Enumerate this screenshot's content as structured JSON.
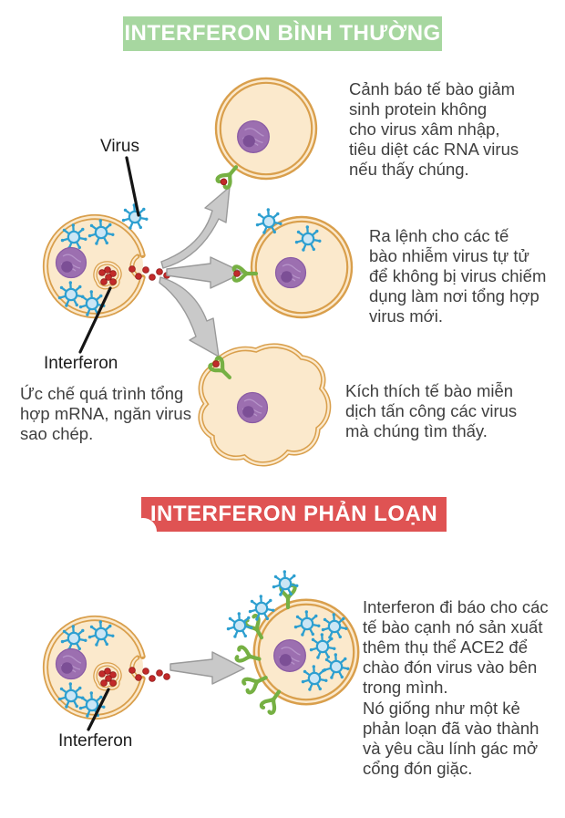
{
  "colors": {
    "banner-green": "#A7D7A0",
    "banner-red": "#DF5353",
    "text": "#3F3F3F",
    "label-text": "#1C1C1C",
    "membrane": "#D99F4C",
    "cytoplasm": "#FBE9CC",
    "nucleus": "#9C6FB0",
    "nucleus-dark": "#7C4F96",
    "virus-blue": "#2D9FD0",
    "virus-body": "#CBE6F5",
    "interferon-red": "#C22A2A",
    "receptor-green": "#76B043",
    "arrow-gray": "#C9C9C9",
    "arrow-border": "#9A9A9A"
  },
  "glyph_legend": {
    "virus-icon": "spiked blue virion",
    "interferon-dot-icon": "red interferon particle",
    "receptor-icon": "green Y-shaped receptor (ACE2 / interferon receptor)",
    "arrow-icon": "gray signal arrow",
    "cell": "round cell with purple nucleus"
  },
  "section_normal": {
    "banner": "INTERFERON BÌNH THƯỜNG",
    "virus_label": "Virus",
    "interferon_label": "Interferon",
    "left_note": "Ức chế quá trình tổng\nhợp mRNA, ngăn virus\nsao chép.",
    "effects": [
      {
        "text": "Cảnh báo tế bào giảm\nsinh protein không\ncho virus xâm nhập,\ntiêu diệt các RNA virus\nnếu thấy chúng."
      },
      {
        "text": "Ra lệnh cho các tế\nbào nhiễm virus tự tử\nđể không bị virus chiếm\ndụng làm nơi tổng hợp\nvirus mới."
      },
      {
        "text": "Kích thích tế bào miễn\ndịch tấn công các virus\nmà chúng tìm thấy."
      }
    ]
  },
  "section_rogue": {
    "banner": "INTERFERON PHẢN LOẠN",
    "interferon_label": "Interferon",
    "paragraphs": [
      {
        "text": "Interferon đi báo cho các\ntế bào cạnh nó sản xuất\nthêm thụ thể ACE2 để\nchào đón virus vào bên\ntrong mình."
      },
      {
        "text": "Nó giống như một kẻ\nphản loạn đã vào thành\nvà yêu cầu lính gác mở\ncổng đón giặc."
      }
    ]
  }
}
